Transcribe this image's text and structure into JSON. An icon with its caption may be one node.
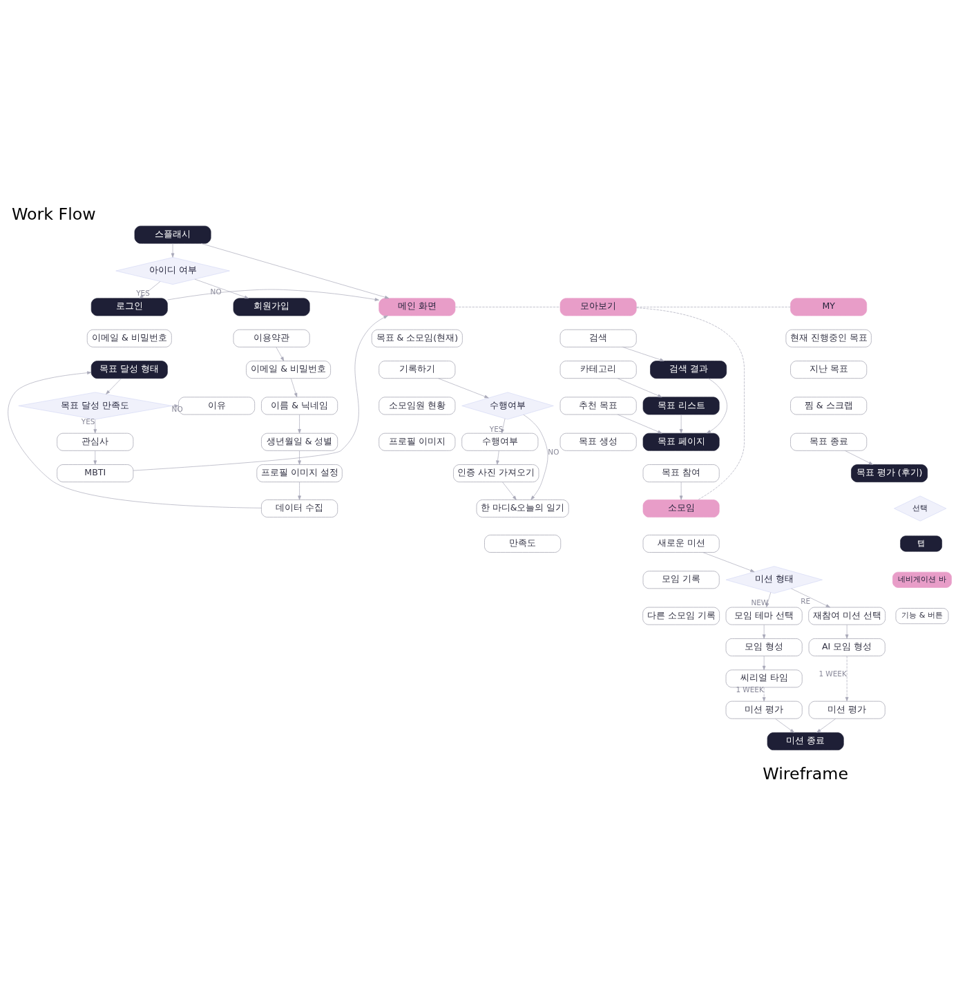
{
  "diagram": {
    "title": "Work Flow",
    "nodes": [
      {
        "text": [
          "스플래시"
        ]
      },
      {
        "text": [
          "아이디 여부"
        ]
      },
      {
        "text": [
          "로그인"
        ]
      },
      {
        "text": [
          "이메일 & 비밀번호"
        ]
      },
      {
        "text": [
          "회원가입"
        ]
      },
      {
        "text": [
          "이용약관"
        ]
      },
      {
        "text": [
          "이메일 & 비밀번호"
        ]
      },
      {
        "text": [
          "이름 & 닉네임"
        ]
      },
      {
        "text": [
          "생년월일 & 성별"
        ]
      },
      {
        "text": [
          "프로필 이미지 설정"
        ]
      },
      {
        "text": [
          "데이터 수집"
        ]
      },
      {
        "text": [
          "목표 달성 형태"
        ]
      },
      {
        "text": [
          "목표 달성 만족도"
        ]
      },
      {
        "text": [
          "이유"
        ]
      },
      {
        "text": [
          "관심사"
        ]
      },
      {
        "text": [
          "MBTI"
        ]
      },
      {
        "text": [
          "메인 화면"
        ]
      },
      {
        "text": [
          "목표 & 소모임(현재)"
        ]
      },
      {
        "text": [
          "기록하기"
        ]
      },
      {
        "text": [
          "소모임원 현황"
        ]
      },
      {
        "text": [
          "프로필 이미지"
        ]
      },
      {
        "text": [
          "수행여부"
        ]
      },
      {
        "text": [
          "수행여부"
        ]
      },
      {
        "text": [
          "인증 사진 가져오기"
        ]
      },
      {
        "text": [
          "한 마디&오늘의 일기"
        ]
      },
      {
        "text": [
          "만족도"
        ]
      },
      {
        "text": [
          "모아보기"
        ]
      },
      {
        "text": [
          "검색"
        ]
      },
      {
        "text": [
          "카테고리"
        ]
      },
      {
        "text": [
          "추천 목표"
        ]
      },
      {
        "text": [
          "목표 생성"
        ]
      },
      {
        "text": [
          "검색 결과"
        ]
      },
      {
        "text": [
          "목표 리스트"
        ]
      },
      {
        "text": [
          "목표 페이지"
        ]
      },
      {
        "text": [
          "목표 참여"
        ]
      },
      {
        "text": [
          "소모임"
        ]
      },
      {
        "text": [
          "새로운 미션"
        ]
      },
      {
        "text": [
          "모임 기록"
        ]
      },
      {
        "text": [
          "다른 소모임 기록"
        ]
      },
      {
        "text": [
          "미션 형태"
        ]
      },
      {
        "text": [
          "모임 테마 선택"
        ]
      },
      {
        "text": [
          "재참여 미션 선택"
        ]
      },
      {
        "text": [
          "모임 형성"
        ]
      },
      {
        "text": [
          "AI 모임 형성"
        ]
      },
      {
        "text": [
          "씨리얼 타임"
        ]
      },
      {
        "text": [
          "미션 평가"
        ]
      },
      {
        "text": [
          "미션 평가"
        ]
      },
      {
        "text": [
          "미션 종료"
        ]
      },
      {
        "text": [
          "MY"
        ]
      },
      {
        "text": [
          "현재 진행중인 목표"
        ]
      },
      {
        "text": [
          "지난 목표"
        ]
      },
      {
        "text": [
          "찜 & 스크랩"
        ]
      },
      {
        "text": [
          "목표 종료"
        ]
      },
      {
        "text": [
          "목표 평가 (후기)"
        ]
      }
    ],
    "edges": [
      {
        "from": 0,
        "to": 1,
        "arrow": "to"
      },
      {
        "from": 0,
        "to": 16,
        "arrow": "to"
      },
      {
        "from": 1,
        "to": 2,
        "arrow": "to",
        "label": "YES"
      },
      {
        "from": 1,
        "to": 4,
        "arrow": "to",
        "label": "NO"
      },
      {
        "from": 2,
        "to": 16,
        "arrow": "to"
      },
      {
        "from": 15,
        "to": 16,
        "arrow": "to"
      },
      {
        "from": 5,
        "to": 6,
        "arrow": "to"
      },
      {
        "from": 6,
        "to": 7,
        "arrow": "to"
      },
      {
        "from": 7,
        "to": 8,
        "arrow": "to"
      },
      {
        "from": 8,
        "to": 9,
        "arrow": "to"
      },
      {
        "from": 9,
        "to": 10,
        "arrow": "to"
      },
      {
        "from": 10,
        "to": 11,
        "arrow": "to"
      },
      {
        "from": 11,
        "to": 12,
        "arrow": "to"
      },
      {
        "from": 12,
        "to": 13,
        "arrow": "to",
        "label": "NO"
      },
      {
        "from": 12,
        "to": 14,
        "arrow": "to",
        "label": "YES"
      },
      {
        "from": 14,
        "to": 15,
        "arrow": "to"
      },
      {
        "from": 18,
        "to": 21,
        "arrow": "to"
      },
      {
        "from": 21,
        "to": 22,
        "arrow": "to",
        "label": "YES"
      },
      {
        "from": 21,
        "to": 24,
        "arrow": "to",
        "label": "NO"
      },
      {
        "from": 22,
        "to": 23,
        "arrow": "to"
      },
      {
        "from": 23,
        "to": 24,
        "arrow": "to"
      },
      {
        "from": 16,
        "to": 26,
        "arrow": "none",
        "style": "dashed"
      },
      {
        "from": 26,
        "to": 48,
        "arrow": "none",
        "style": "dashed"
      },
      {
        "from": 26,
        "to": 35,
        "arrow": "none",
        "style": "dashed"
      },
      {
        "from": 27,
        "to": 31,
        "arrow": "to"
      },
      {
        "from": 28,
        "to": 32,
        "arrow": "to"
      },
      {
        "from": 31,
        "to": 33,
        "arrow": "to"
      },
      {
        "from": 32,
        "to": 33,
        "arrow": "to"
      },
      {
        "from": 29,
        "to": 33,
        "arrow": "to"
      },
      {
        "from": 34,
        "to": 35,
        "arrow": "to"
      },
      {
        "from": 36,
        "to": 39,
        "arrow": "to"
      },
      {
        "from": 39,
        "to": 40,
        "arrow": "to",
        "label": "NEW"
      },
      {
        "from": 39,
        "to": 41,
        "arrow": "to",
        "label": "RE"
      },
      {
        "from": 40,
        "to": 42,
        "arrow": "to"
      },
      {
        "from": 42,
        "to": 44,
        "arrow": "to"
      },
      {
        "from": 41,
        "to": 43,
        "arrow": "to"
      },
      {
        "from": 43,
        "to": 45,
        "arrow": "to",
        "label": "1 WEEK",
        "style": "dashed"
      },
      {
        "from": 44,
        "to": 46,
        "arrow": "to",
        "label": "1 WEEK",
        "style": "dashed"
      },
      {
        "from": 45,
        "to": 47,
        "arrow": "to"
      },
      {
        "from": 46,
        "to": 47,
        "arrow": "to"
      },
      {
        "from": 52,
        "to": 53,
        "arrow": "to"
      }
    ],
    "labels": [
      "Wireframe"
    ],
    "legend": [
      {
        "text": "선택"
      },
      {
        "text": "탭",
        "color": "#1e1f36"
      },
      {
        "text": "네비게이션 바",
        "color": "#e89dc8"
      },
      {
        "text": "기능 & 버튼"
      }
    ]
  }
}
